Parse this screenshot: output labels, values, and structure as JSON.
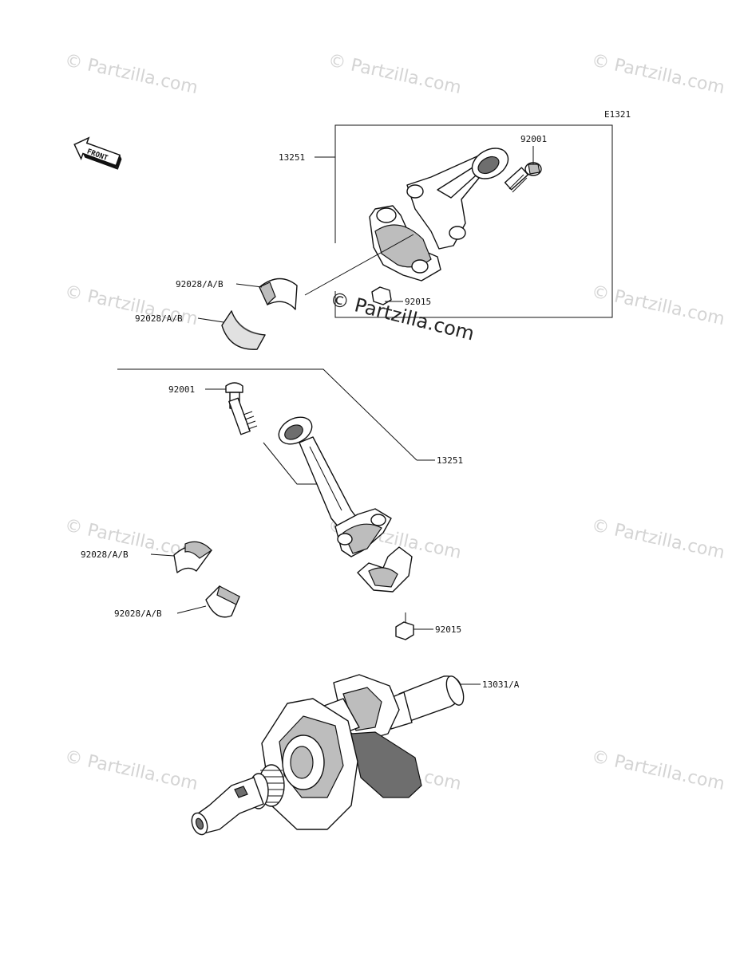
{
  "diagram": {
    "code": "E1321",
    "front_label": "FRONT",
    "watermark": "© Partzilla.com",
    "center_watermark": "© Partzilla.com",
    "callouts": {
      "top_rod_assembly": "13251",
      "top_bolt": "92001",
      "top_nut": "92015",
      "top_bearing_upper": "92028/A/B",
      "top_bearing_lower": "92028/A/B",
      "mid_bolt": "92001",
      "mid_rod_assembly": "13251",
      "mid_bearing_upper": "92028/A/B",
      "mid_bearing_lower": "92028/A/B",
      "mid_nut": "92015",
      "crankshaft": "13031/A"
    }
  }
}
